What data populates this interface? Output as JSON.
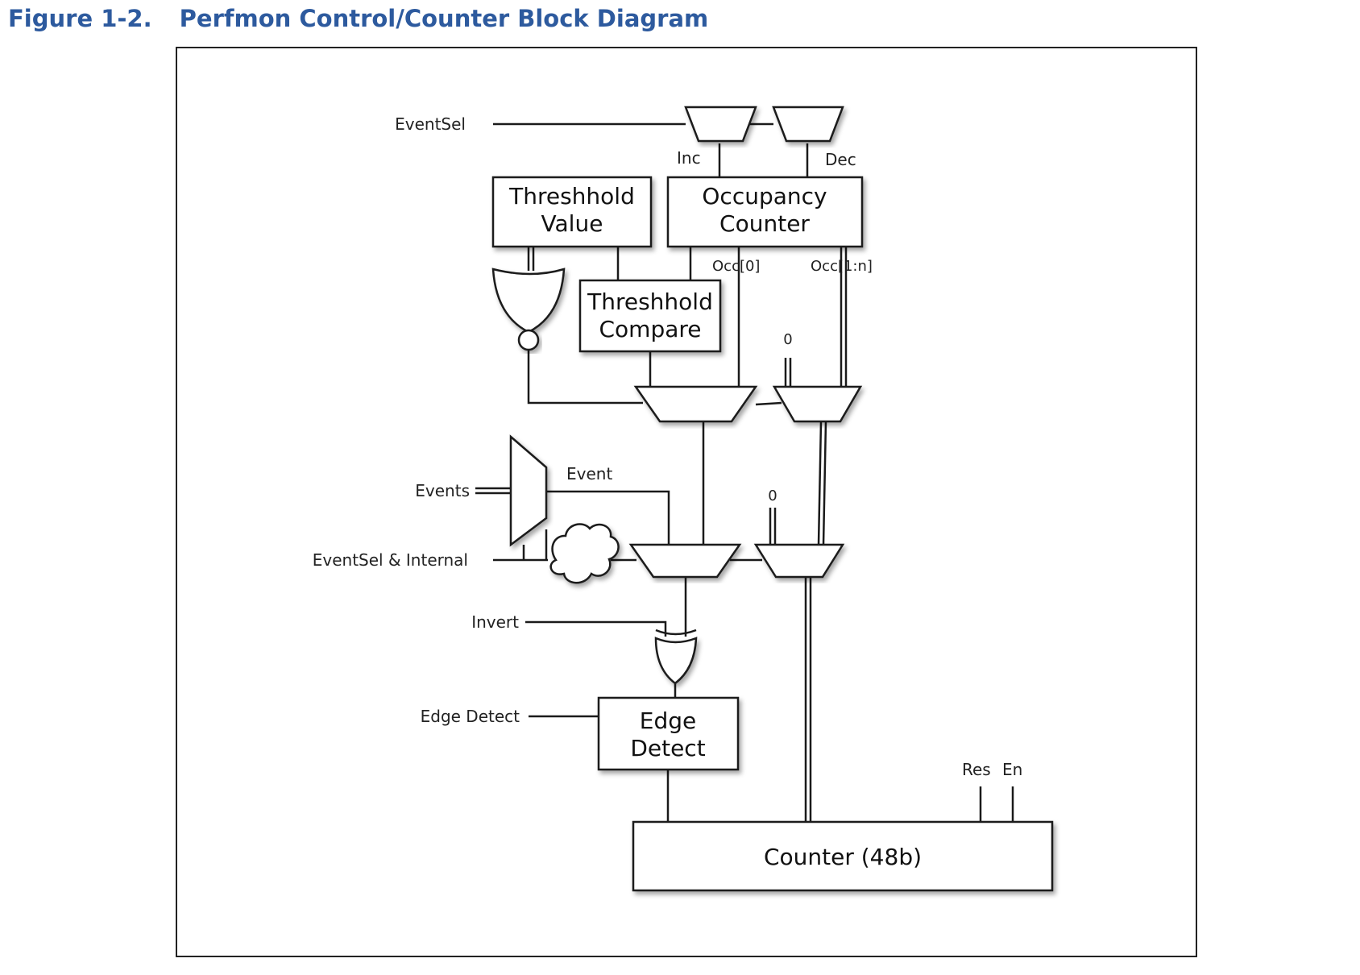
{
  "figure": {
    "number": "Figure 1-2.",
    "title": "Perfmon Control/Counter Block Diagram"
  },
  "diagram": {
    "inputs": {
      "eventsel": "EventSel",
      "events": "Events",
      "eventsel_internal": "EventSel & Internal",
      "invert": "Invert",
      "edge_detect": "Edge Detect"
    },
    "signals": {
      "inc": "Inc",
      "dec": "Dec",
      "occ0": "Occ[0]",
      "occ1n": "Occ[1:n]",
      "zero_a": "0",
      "zero_b": "0",
      "event": "Event",
      "res": "Res",
      "en": "En"
    },
    "blocks": {
      "threshold_value": [
        "Threshhold",
        "Value"
      ],
      "occupancy_counter": [
        "Occupancy",
        "Counter"
      ],
      "threshold_compare": [
        "Threshhold",
        "Compare"
      ],
      "edge_detect": [
        "Edge",
        "Detect"
      ],
      "counter": "Counter (48b)"
    }
  }
}
